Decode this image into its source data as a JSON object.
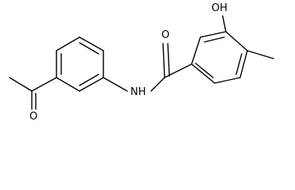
{
  "molecule": {
    "labels": {
      "hydroxyl": "OH",
      "amide_nh": "NH",
      "amide_oxygen": "O",
      "acetyl_oxygen": "O"
    }
  },
  "colors": {
    "bond": "#000000",
    "text": "#000000",
    "background": "#ffffff"
  }
}
